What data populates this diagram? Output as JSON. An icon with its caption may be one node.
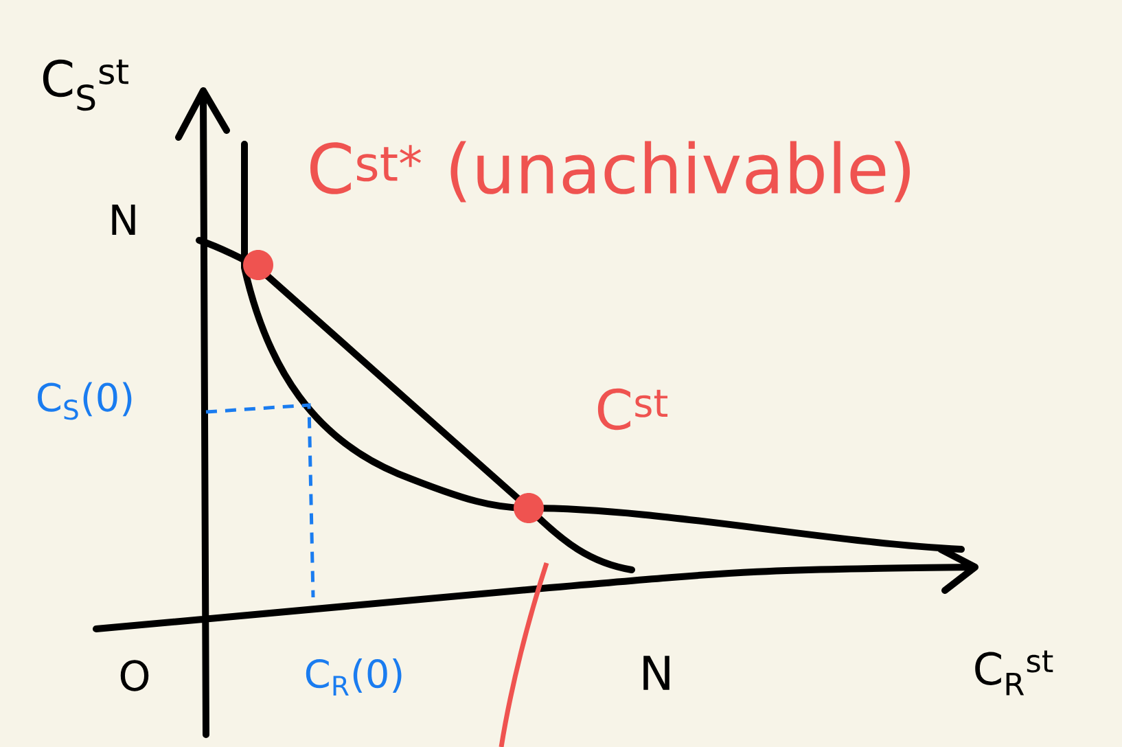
{
  "diagram": {
    "nodes": [
      {
        "text": [],
        "shape": "circle",
        "beside": [
          "C$^{st*}$ (unachivable)"
        ]
      },
      {
        "text": [],
        "shape": "circle",
        "beside": [
          "C$^{st}$"
        ]
      }
    ],
    "labels": [
      "C$_{S}$$^{st}$",
      "N",
      "C$_{S}$(0)",
      "O",
      "C$_{R}$(0)",
      "N",
      "C$_{R}$$^{st}$"
    ]
  }
}
